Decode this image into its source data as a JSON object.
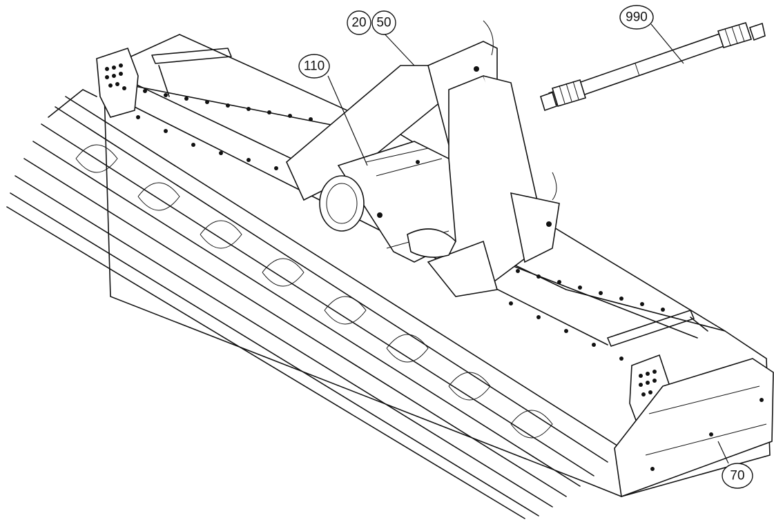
{
  "callouts": [
    {
      "id": "c110",
      "label": "110"
    },
    {
      "id": "c20",
      "label": "20"
    },
    {
      "id": "c50",
      "label": "50"
    },
    {
      "id": "c990",
      "label": "990"
    },
    {
      "id": "c70",
      "label": "70"
    }
  ]
}
